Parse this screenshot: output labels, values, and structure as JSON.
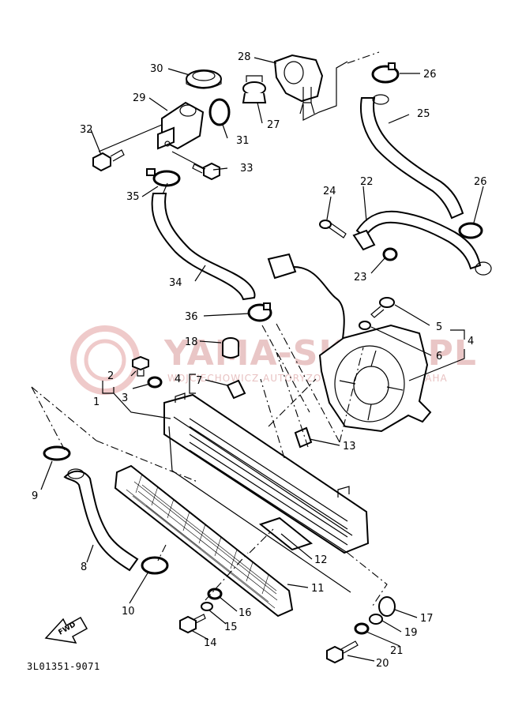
{
  "diagram": {
    "drawing_code": "3L01351-9071",
    "watermark": {
      "main": "YAMA-SKLEP.PL",
      "sub": "WOJCIECHOWICZ AUTORYZOWANY DEALER YAMAHA"
    },
    "fwd_label": "FWD",
    "callouts": {
      "c1": "1",
      "c2": "2",
      "c3": "3",
      "c4a": "4",
      "c4b": "4",
      "c5": "5",
      "c6": "6",
      "c7": "7",
      "c8": "8",
      "c9": "9",
      "c10": "10",
      "c11": "11",
      "c12": "12",
      "c13": "13",
      "c14": "14",
      "c15": "15",
      "c16": "16",
      "c17": "17",
      "c18": "18",
      "c19": "19",
      "c20": "20",
      "c21": "21",
      "c22": "22",
      "c23": "23",
      "c24": "24",
      "c25": "25",
      "c26a": "26",
      "c26b": "26",
      "c27": "27",
      "c28": "28",
      "c29": "29",
      "c30": "30",
      "c31": "31",
      "c32": "32",
      "c33": "33",
      "c34": "34",
      "c35": "35",
      "c36": "36"
    }
  }
}
